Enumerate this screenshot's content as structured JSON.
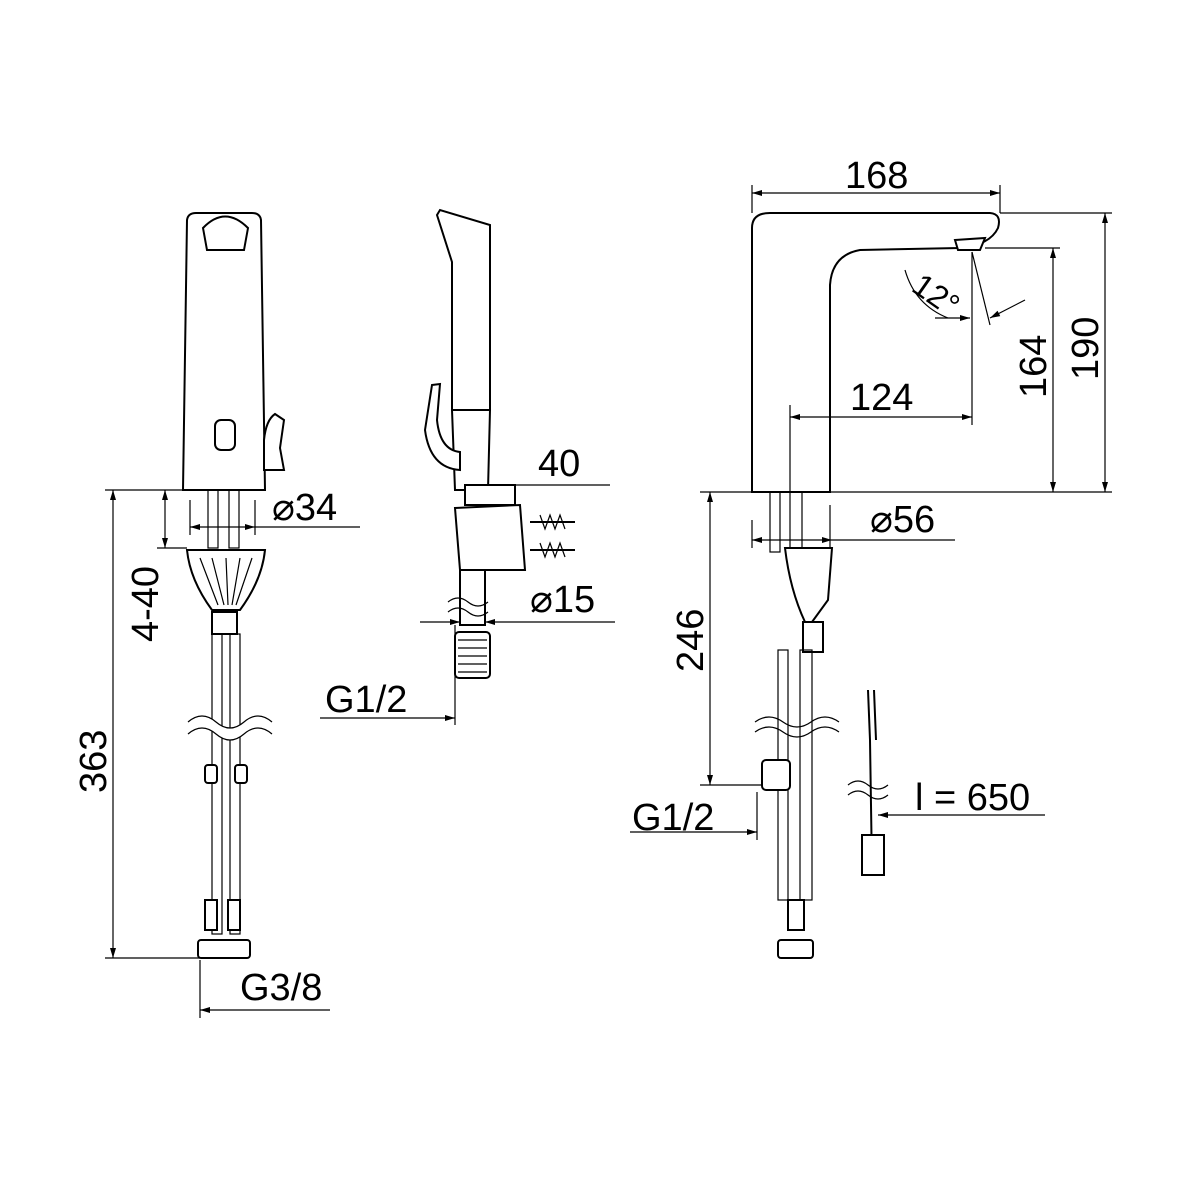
{
  "title": "Electronic basin mixer dimension drawing",
  "front_view": {
    "height_total": "363",
    "mount_thickness": "4-40",
    "body_diameter": "⌀34",
    "connection_thread": "G3/8"
  },
  "side_view": {
    "mount_depth": "40",
    "hose_diameter": "⌀15",
    "connection_thread": "G1/2"
  },
  "profile_view": {
    "projection": "168",
    "height_total": "190",
    "outlet_height": "164",
    "outlet_reach": "124",
    "spray_angle": "12°",
    "base_diameter": "⌀56",
    "hose_length_to_connector": "246",
    "connection_thread": "G1/2",
    "cable_length": "l = 650"
  },
  "colors": {
    "line": "#000000",
    "background": "#ffffff"
  }
}
